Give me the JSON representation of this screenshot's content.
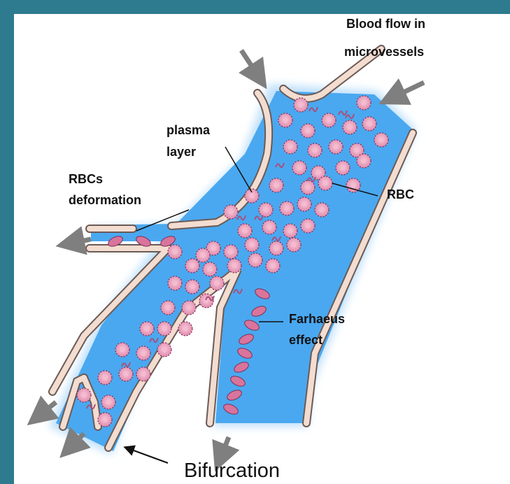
{
  "diagram": {
    "title_line1": "Blood flow in",
    "title_line2": "microvessels",
    "plasma_line1": "plasma",
    "plasma_line2": "layer",
    "rbcs_line1": "RBCs",
    "rbcs_line2": "deformation",
    "rbc": "RBC",
    "farhaeus_line1": "Farhaeus",
    "farhaeus_line2": "effect",
    "bifurcation": "Bifurcation"
  },
  "colors": {
    "frame": "#2e7b8f",
    "background": "#ffffff",
    "plasma": "#4aa8f0",
    "plasma_glow": "#bfe0fb",
    "vessel_wall": "#f3dcd0",
    "vessel_wall_edge": "#6b5a55",
    "rbc_fill": "#e79ab8",
    "rbc_edge": "#7a2f55",
    "arrow": "#7f7f7f"
  }
}
